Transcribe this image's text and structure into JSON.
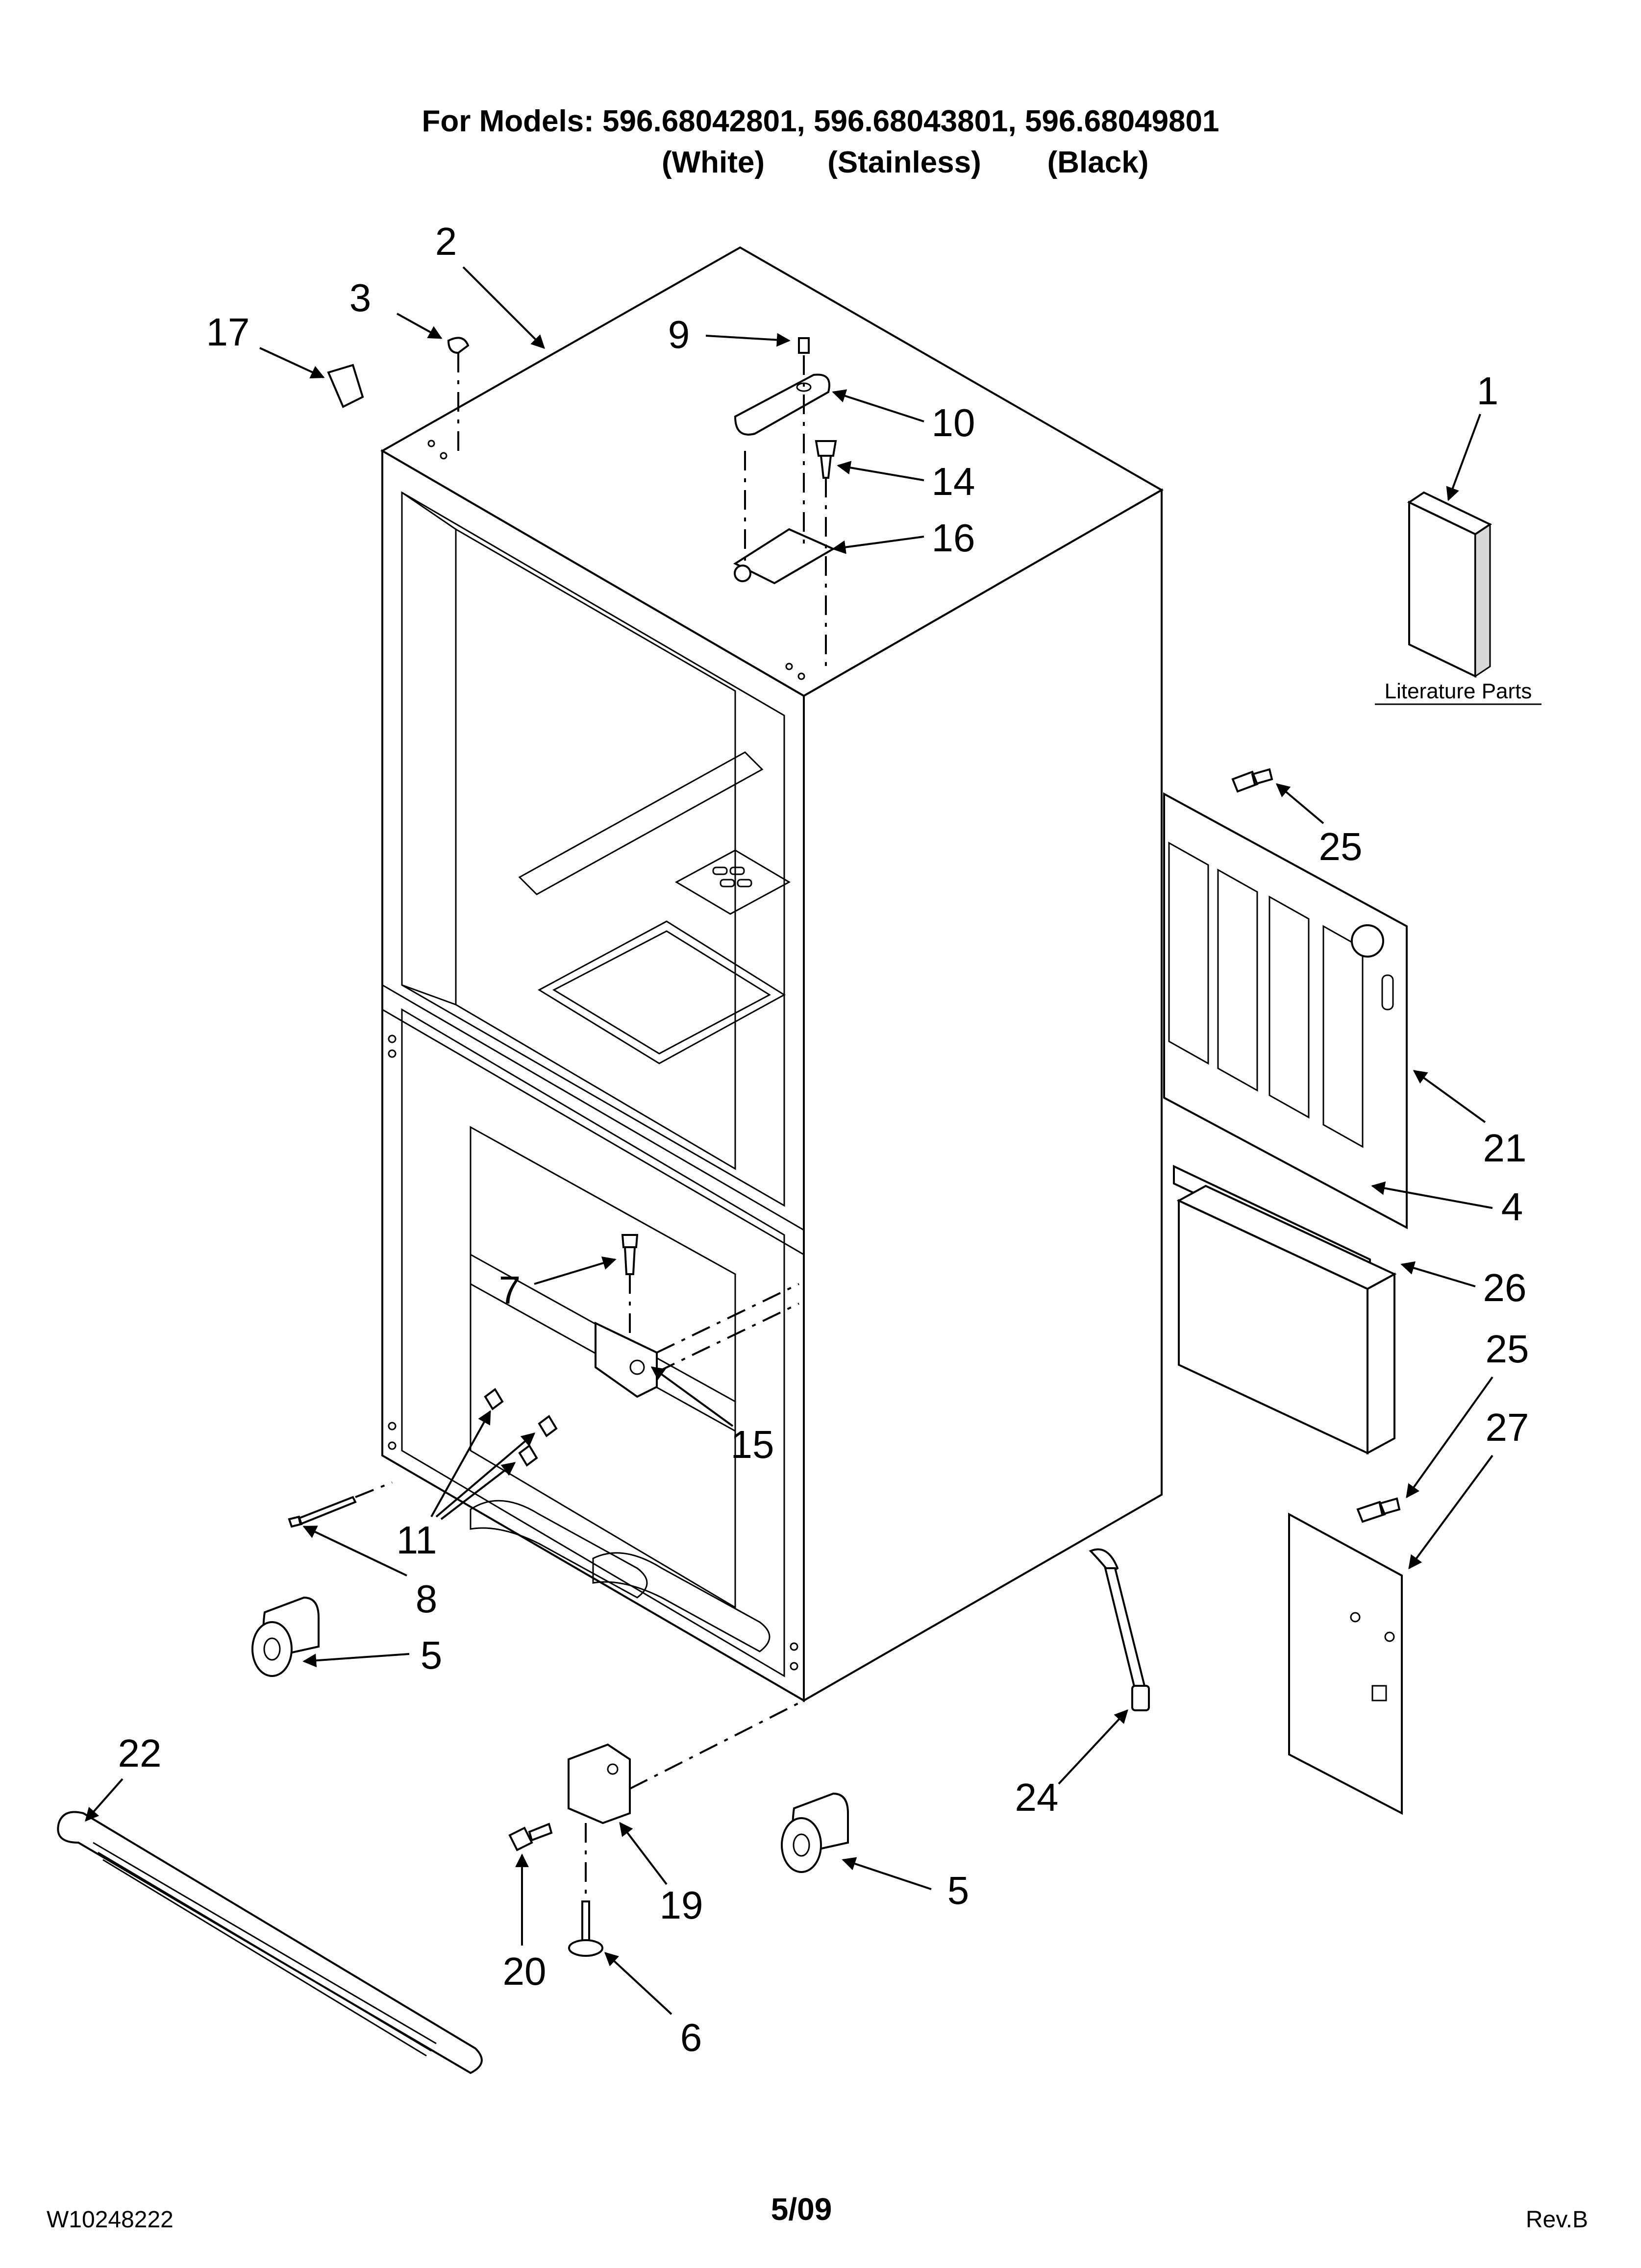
{
  "header": {
    "models_line": "For Models: 596.68042801, 596.68043801, 596.68049801",
    "variant_white": "(White)",
    "variant_stainless": "(Stainless)",
    "variant_black": "(Black)"
  },
  "literature_label": "Literature Parts",
  "callouts": {
    "c1": "1",
    "c2": "2",
    "c3": "3",
    "c4": "4",
    "c5a": "5",
    "c5b": "5",
    "c6": "6",
    "c7": "7",
    "c8": "8",
    "c9": "9",
    "c10": "10",
    "c11": "11",
    "c14": "14",
    "c15": "15",
    "c16": "16",
    "c17": "17",
    "c19": "19",
    "c20": "20",
    "c21": "21",
    "c22": "22",
    "c24": "24",
    "c25a": "25",
    "c25b": "25",
    "c26": "26",
    "c27": "27"
  },
  "footer": {
    "doc_number": "W10248222",
    "date": "5/09",
    "revision": "Rev.B"
  }
}
